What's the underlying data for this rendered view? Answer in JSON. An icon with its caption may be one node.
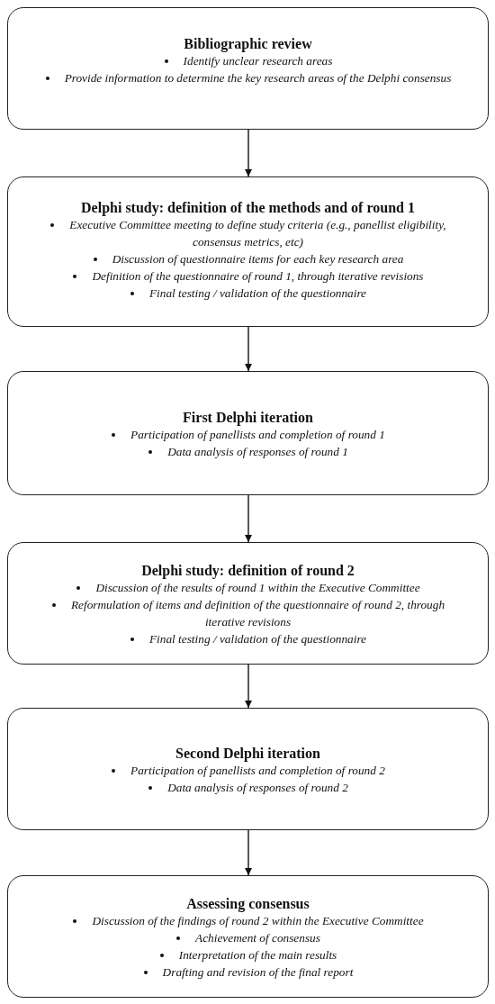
{
  "diagram": {
    "nodes": [
      {
        "text": [
          "Bibliographic review",
          "Identify unclear research areas",
          "Provide information to determine the key research areas of the Delphi consensus"
        ]
      },
      {
        "text": [
          "Delphi study: definition of the methods and of round 1",
          "Executive Committee meeting to define study criteria (e.g., panellist eligibility, consensus metrics, etc)",
          "Discussion of questionnaire items for each key research area",
          "Definition of the questionnaire of round 1, through iterative revisions",
          "Final testing / validation of the questionnaire"
        ]
      },
      {
        "text": [
          "First Delphi iteration",
          "Participation of panellists and completion of round 1",
          "Data analysis of responses of round 1"
        ]
      },
      {
        "text": [
          "Delphi study: definition of round 2",
          "Discussion of the results of round 1 within the Executive Committee",
          "Reformulation of items and definition of the questionnaire of round 2, through iterative revisions",
          "Final testing / validation of the questionnaire"
        ]
      },
      {
        "text": [
          "Second Delphi iteration",
          "Participation of panellists and completion of round 2",
          "Data analysis of responses of round 2"
        ]
      },
      {
        "text": [
          "Assessing consensus",
          "Discussion of the findings of round 2 within the Executive Committee",
          "Achievement of consensus",
          "Interpretation of the main results",
          "Drafting and revision of the final report"
        ]
      }
    ],
    "edges": [
      {
        "from": 0,
        "to": 1,
        "arrow": "to"
      },
      {
        "from": 1,
        "to": 2,
        "arrow": "to"
      },
      {
        "from": 2,
        "to": 3,
        "arrow": "to"
      },
      {
        "from": 3,
        "to": 4,
        "arrow": "to"
      },
      {
        "from": 4,
        "to": 5,
        "arrow": "to"
      }
    ]
  }
}
